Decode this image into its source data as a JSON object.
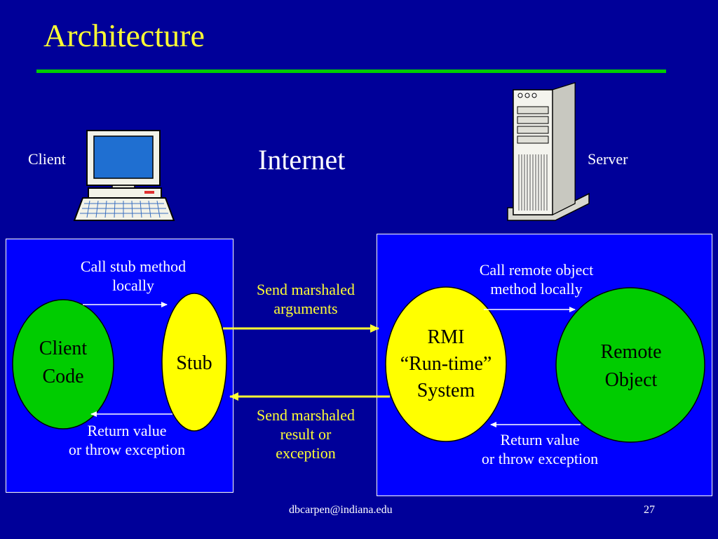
{
  "slide": {
    "title": "Architecture",
    "client_label": "Client",
    "internet_label": "Internet",
    "server_label": "Server",
    "footer_email": "dbcarpen@indiana.edu",
    "page_number": "27"
  },
  "client_box": {
    "call_stub_line1": "Call stub method",
    "call_stub_line2": "locally",
    "client_code_line1": "Client",
    "client_code_line2": "Code",
    "stub": "Stub",
    "return_line1": "Return value",
    "return_line2": "or throw exception"
  },
  "middle": {
    "send_args_line1": "Send marshaled",
    "send_args_line2": "arguments",
    "send_result_line1": "Send marshaled",
    "send_result_line2": "result or",
    "send_result_line3": "exception"
  },
  "server_box": {
    "call_remote_line1": "Call remote object",
    "call_remote_line2": "method locally",
    "rmi_line1": "RMI",
    "rmi_line2": "“Run-time”",
    "rmi_line3": "System",
    "remote_object_line1": "Remote",
    "remote_object_line2": "Object",
    "return_line1": "Return value",
    "return_line2": "or throw exception"
  },
  "colors": {
    "background": "#000099",
    "box_fill": "#0000ff",
    "title": "#ffff33",
    "rule": "#00cc00",
    "green_oval": "#00cc00",
    "yellow_oval": "#ffff00"
  },
  "icons": {
    "client": "desktop-computer-icon",
    "server": "server-tower-icon"
  }
}
